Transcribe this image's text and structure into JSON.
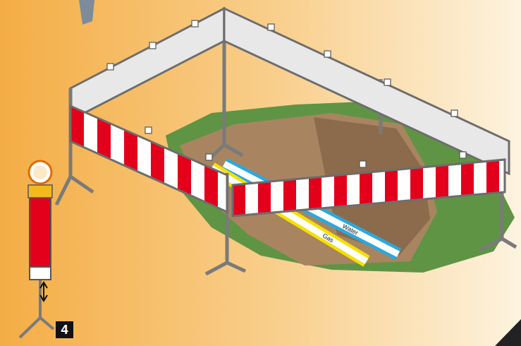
{
  "diagram": {
    "nodes": [
      {
        "text": [
          "4"
        ]
      }
    ],
    "labels": [
      "Water",
      "Gas"
    ]
  }
}
